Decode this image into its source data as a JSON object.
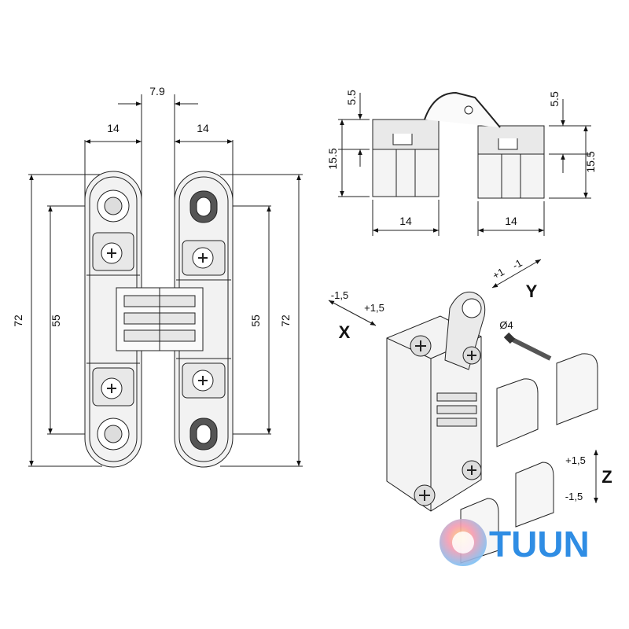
{
  "front_view": {
    "gap": "7.9",
    "left_width": "14",
    "right_width": "14",
    "height_left": "72",
    "hole_spacing_left": "55",
    "hole_spacing_right": "55",
    "height_right": "72"
  },
  "side_view": {
    "top_left": "5.5",
    "body_left": "15.5",
    "top_right": "5.5",
    "body_right": "15.5",
    "width_left": "14",
    "width_right": "14"
  },
  "adjustments": {
    "x_label": "X",
    "x_minus": "-1,5",
    "x_plus": "+1,5",
    "y_label": "Y",
    "y_plus": "+1",
    "y_minus": "-1",
    "z_label": "Z",
    "z_plus": "+1,5",
    "z_minus": "-1,5",
    "screw_dia": "Ø4"
  },
  "brand": {
    "name": "TUUN",
    "color": "#2f8de4"
  }
}
